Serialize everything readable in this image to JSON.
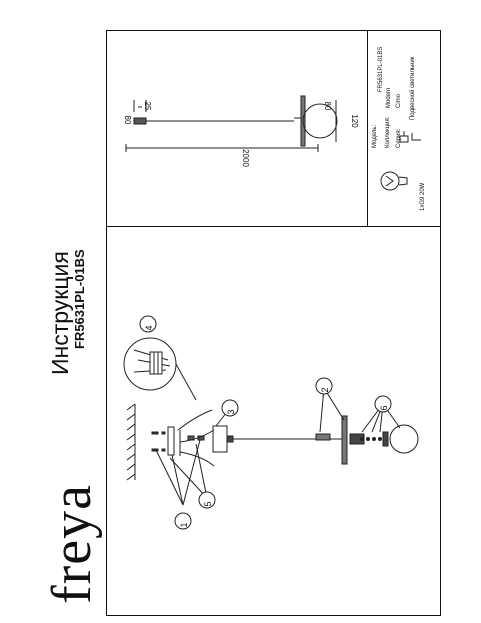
{
  "brand": "freya",
  "title": "Инструкция",
  "model_code": "FR5631PL-01BS",
  "dimensions": {
    "total": "2000",
    "canopy_width": "80",
    "canopy_height": "25",
    "globe": "80",
    "disc": "120"
  },
  "bulb_spec": "1xG9 20W",
  "spec": {
    "model_label": "Модель:",
    "model_value": "FR5631PL-01BS",
    "collection_label": "Коллекция:",
    "collection_value": "Modern",
    "series_label": "Серия:",
    "series_value": "Cimo",
    "type_value": "Подвесной светильник"
  },
  "callouts": [
    "1",
    "2",
    "3",
    "4",
    "5",
    "6"
  ]
}
